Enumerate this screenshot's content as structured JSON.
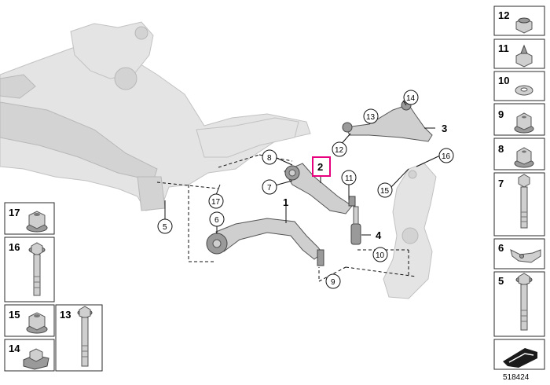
{
  "diagram": {
    "highlight_color": "#e6007e",
    "reference": "518424",
    "selected": "2",
    "callouts": [
      "1",
      "2",
      "3",
      "4",
      "5",
      "6",
      "7",
      "8",
      "9",
      "10",
      "11",
      "12",
      "13",
      "14",
      "15",
      "16",
      "17"
    ],
    "legend_right": [
      {
        "number": "12",
        "icon": "collar-nut-icon"
      },
      {
        "number": "11",
        "icon": "self-locking-nut-icon"
      },
      {
        "number": "10",
        "icon": "washer-icon"
      },
      {
        "number": "9",
        "icon": "flange-nut-icon"
      },
      {
        "number": "8",
        "icon": "flange-nut-icon"
      },
      {
        "number": "7",
        "icon": "hex-bolt-icon"
      },
      {
        "number": "6",
        "icon": "bracket-icon"
      },
      {
        "number": "5",
        "icon": "long-bolt-icon"
      }
    ],
    "legend_left": [
      {
        "number": "17",
        "icon": "flange-nut-icon"
      },
      {
        "number": "16",
        "icon": "hex-bolt-icon"
      },
      {
        "number": "15",
        "icon": "flange-nut-icon"
      },
      {
        "number": "14",
        "icon": "cage-nut-icon"
      },
      {
        "number": "13",
        "icon": "long-bolt-icon"
      }
    ]
  }
}
